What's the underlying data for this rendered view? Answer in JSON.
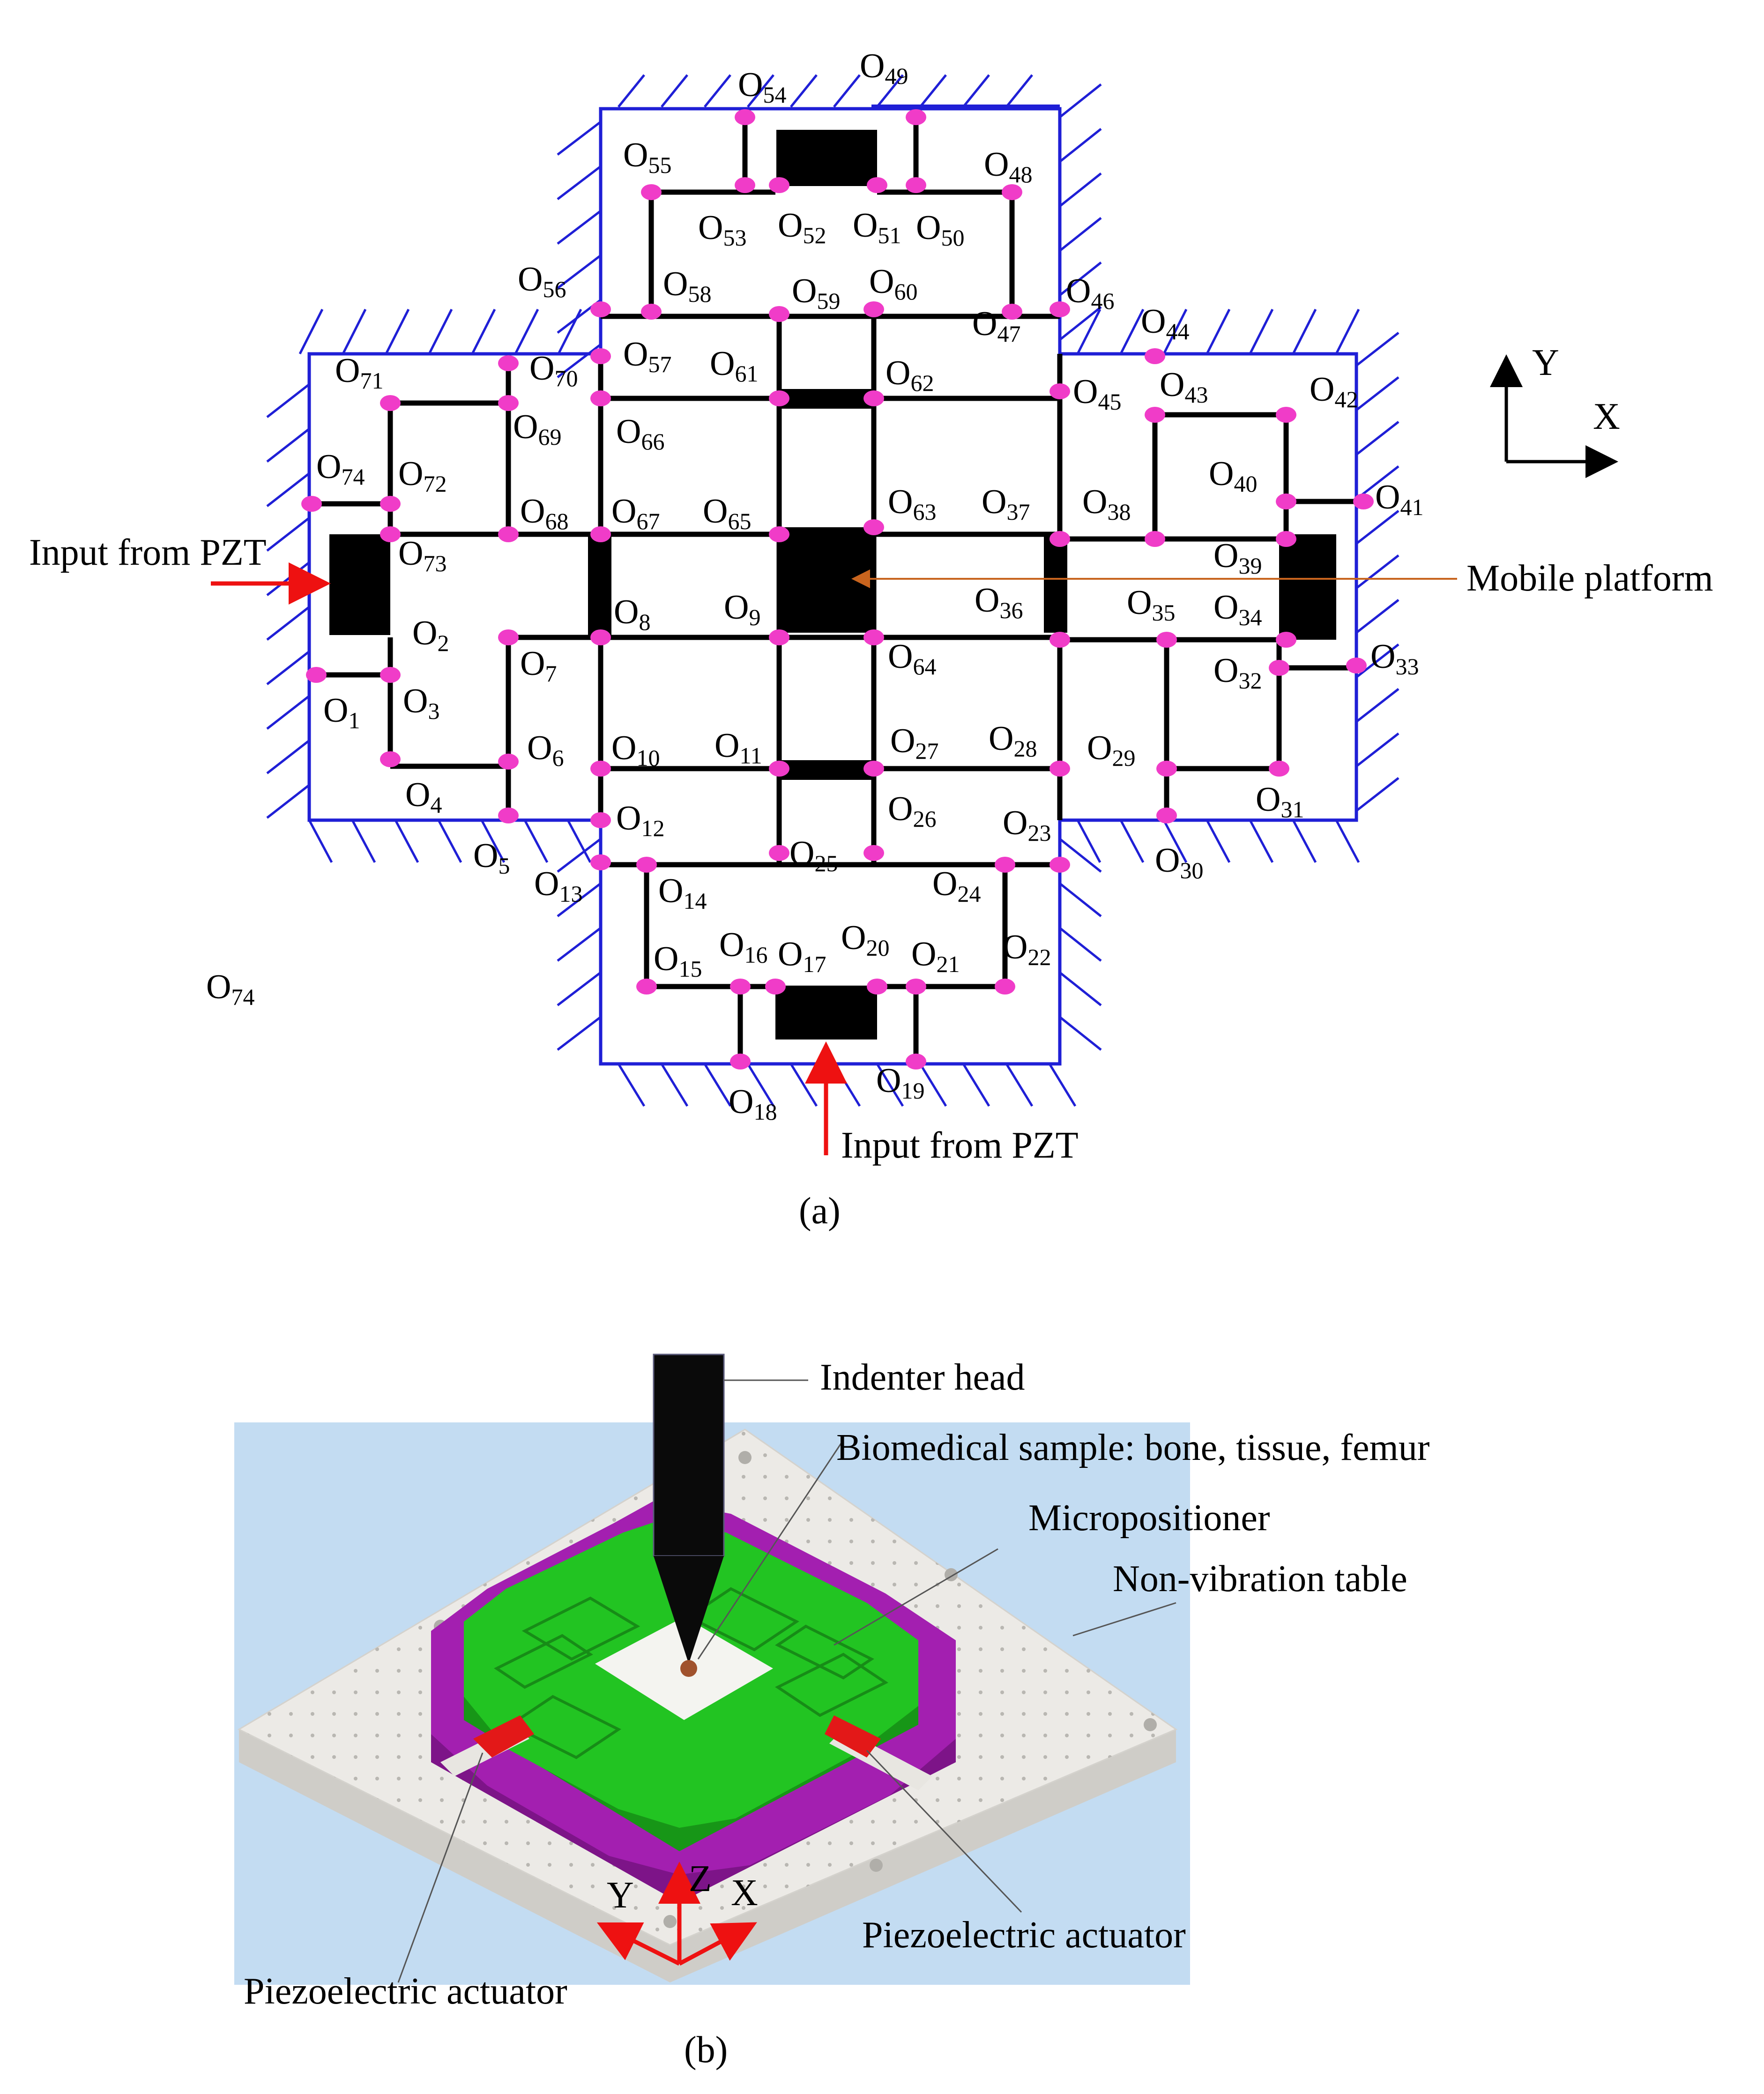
{
  "colors": {
    "frame": "#1f1fd6",
    "joint": "#f03cc8",
    "arrow": "#ee1111",
    "platform": "#000000",
    "pointer_line": "#c8641e",
    "backdrop": "#c3dcf2",
    "table": "#eceae6",
    "base_purple": "#a31fb0",
    "stage_green": "#22c422",
    "actuator_red": "#e31818"
  },
  "panel_a": {
    "caption": "(a)",
    "input_left": "Input from PZT",
    "input_bottom": "Input from PZT",
    "mobile_platform": "Mobile platform",
    "axis_y": "Y",
    "axis_x": "X",
    "node_prefix": "O",
    "nodes": [
      "1",
      "2",
      "3",
      "4",
      "5",
      "6",
      "7",
      "8",
      "9",
      "10",
      "11",
      "12",
      "13",
      "14",
      "15",
      "16",
      "17",
      "18",
      "19",
      "20",
      "21",
      "22",
      "23",
      "24",
      "25",
      "26",
      "27",
      "28",
      "29",
      "30",
      "31",
      "32",
      "33",
      "34",
      "35",
      "36",
      "37",
      "38",
      "39",
      "40",
      "41",
      "42",
      "43",
      "44",
      "45",
      "46",
      "47",
      "48",
      "49",
      "50",
      "51",
      "52",
      "53",
      "54",
      "55",
      "56",
      "57",
      "58",
      "59",
      "60",
      "61",
      "62",
      "63",
      "64",
      "65",
      "66",
      "67",
      "68",
      "69",
      "70",
      "71",
      "72",
      "73",
      "74",
      "74"
    ]
  },
  "panel_b": {
    "caption": "(b)",
    "indenter_head": "Indenter head",
    "biomedical_sample": "Biomedical sample: bone, tissue, femur",
    "micropositioner": "Micropositioner",
    "non_vibration_table": "Non-vibration table",
    "actuator_right": "Piezoelectric actuator",
    "actuator_left": "Piezoelectric actuator",
    "axis_y": "Y",
    "axis_z": "Z",
    "axis_x": "X"
  }
}
